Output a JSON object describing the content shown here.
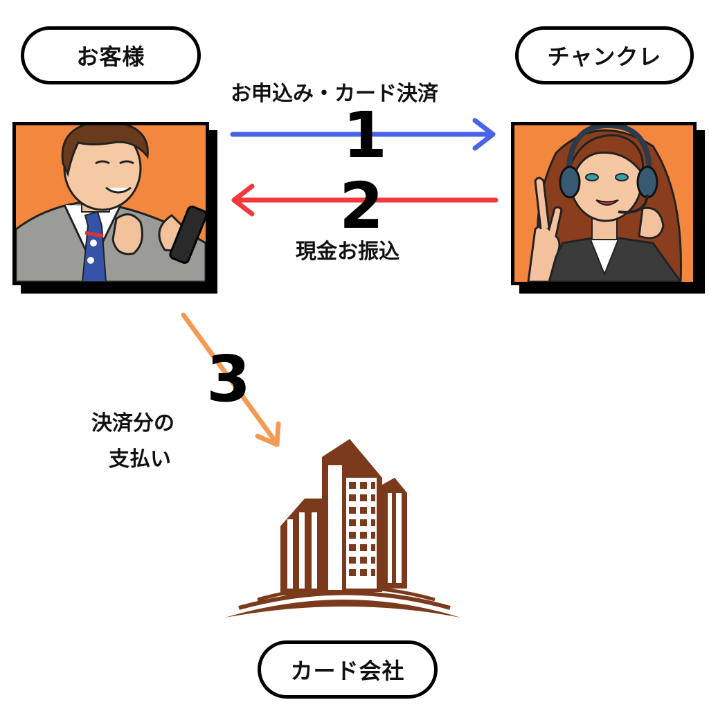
{
  "nodes": {
    "customer": "お客様",
    "merchant": "チャンクレ",
    "card_company": "カード会社"
  },
  "flows": [
    {
      "number": "1",
      "label": "お申込み・カード決済",
      "color": "#4a63e8"
    },
    {
      "number": "2",
      "label": "現金お振込",
      "color": "#f0383d"
    },
    {
      "number": "3",
      "label_line1": "決済分の",
      "label_line2": "支払い",
      "color": "#f49a55"
    }
  ],
  "colors": {
    "portrait_bg": "#f4873e",
    "building": "#7b3a1c"
  }
}
